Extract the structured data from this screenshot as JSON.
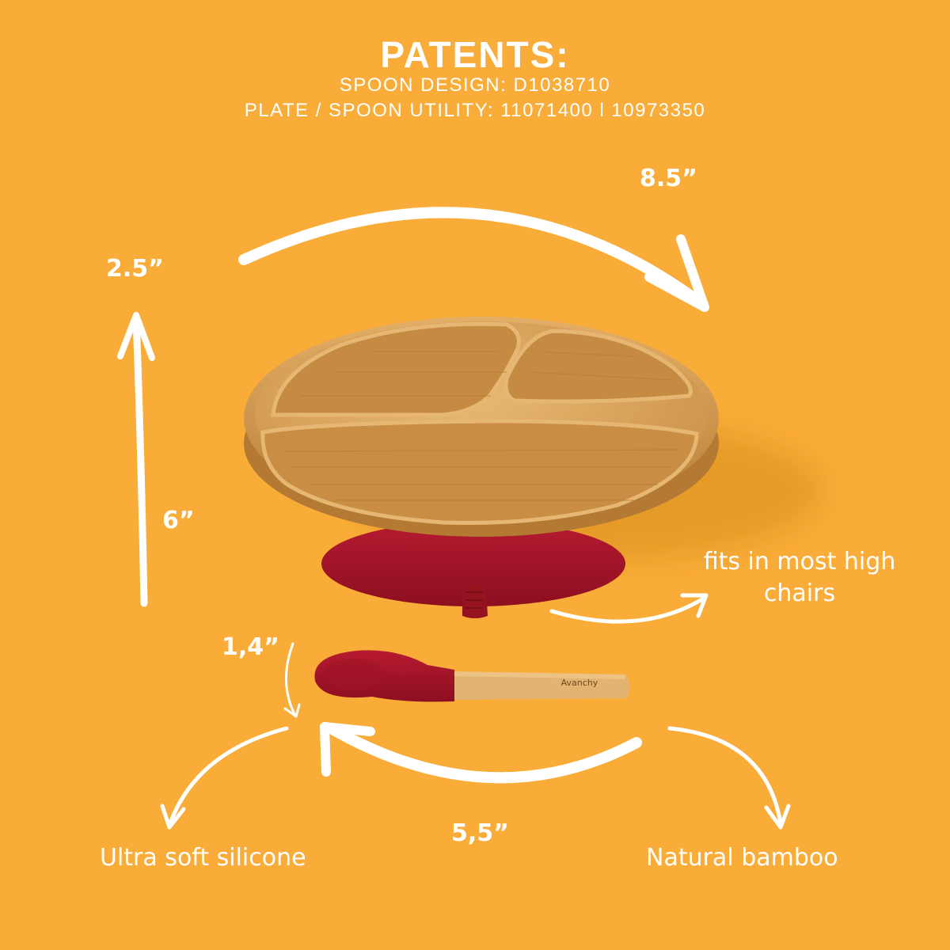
{
  "patents": {
    "title": "PATENTS:",
    "spoon_design": "SPOON  DESIGN:  D1038710",
    "utility": "PLATE /  SPOON  UTILITY: 11071400 l 10973350"
  },
  "dimensions": {
    "plate_width": "8.5”",
    "plate_height": "2.5”",
    "plate_depth": "6”",
    "spoon_width": "1,4”",
    "spoon_length": "5,5”"
  },
  "callouts": {
    "high_chair": [
      "fits in most high",
      "chairs"
    ],
    "silicone": "Ultra soft silicone",
    "bamboo": "Natural bamboo"
  },
  "spoon_brand": "Avanchy",
  "colors": {
    "background": "#F9AC38",
    "bamboo": "#D9A55E",
    "silicone_red": "#A11428",
    "text": "#FFFFFF"
  }
}
